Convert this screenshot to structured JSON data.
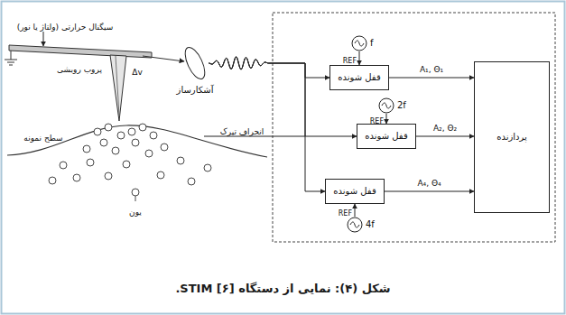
{
  "diagram": {
    "caption": "شکل (۴): نمایی از دستگاه STIM [۶].",
    "nodes": [
      {
        "text": [
          "آشکارساز"
        ]
      },
      {
        "text": [
          "f"
        ]
      },
      {
        "text": [
          "قفل شونده"
        ]
      },
      {
        "text": [
          "2f"
        ]
      },
      {
        "text": [
          "قفل شونده"
        ]
      },
      {
        "text": [
          "قفل شونده"
        ]
      },
      {
        "text": [
          "4f"
        ]
      },
      {
        "text": [
          "پردازنده"
        ]
      }
    ],
    "edges": [
      {
        "from": 0,
        "to": 2,
        "arrow": "to"
      },
      {
        "from": 0,
        "to": 4,
        "arrow": "to"
      },
      {
        "from": 0,
        "to": 5,
        "arrow": "to"
      },
      {
        "from": 1,
        "to": 2,
        "label": "REF",
        "arrow": "to"
      },
      {
        "from": 3,
        "to": 4,
        "label": "REF",
        "arrow": "to"
      },
      {
        "from": 6,
        "to": 5,
        "label": "REF",
        "arrow": "to"
      },
      {
        "from": 2,
        "to": 7,
        "label": "A₁, Θ₁",
        "arrow": "to"
      },
      {
        "from": 4,
        "to": 7,
        "label": "A₂, Θ₂",
        "arrow": "to"
      },
      {
        "from": 5,
        "to": 7,
        "label": "A₄, Θ₄",
        "arrow": "to"
      }
    ],
    "labels": [
      "سیگنال حرارتی (ولتاژ یا نور)",
      "پروب روبشی",
      "Δv",
      "انحراف تیرک",
      "سطح نمونه",
      "یون"
    ]
  }
}
